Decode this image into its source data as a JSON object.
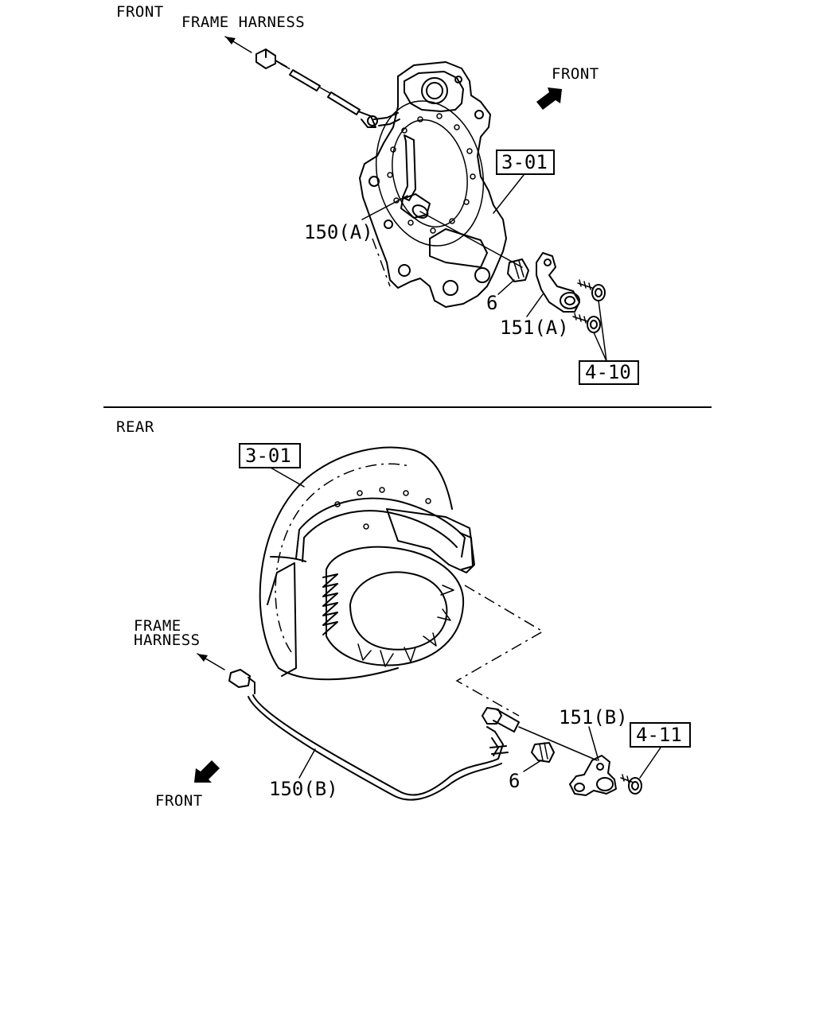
{
  "front_section": {
    "section_label": "FRONT",
    "frame_harness_label": "FRAME HARNESS",
    "direction_label": "FRONT",
    "callouts": {
      "brake_assy_ref": "3-01",
      "sensor_label": "150(A)",
      "bushing_label": "6",
      "bracket_label": "151(A)",
      "bolt_ref": "4-10"
    }
  },
  "rear_section": {
    "section_label": "REAR",
    "frame_harness_label_line1": "FRAME",
    "frame_harness_label_line2": "HARNESS",
    "direction_label": "FRONT",
    "callouts": {
      "brake_assy_ref": "3-01",
      "bracket_label": "151(B)",
      "bolt_ref": "4-11",
      "bushing_label": "6",
      "sensor_label": "150(B)"
    }
  }
}
